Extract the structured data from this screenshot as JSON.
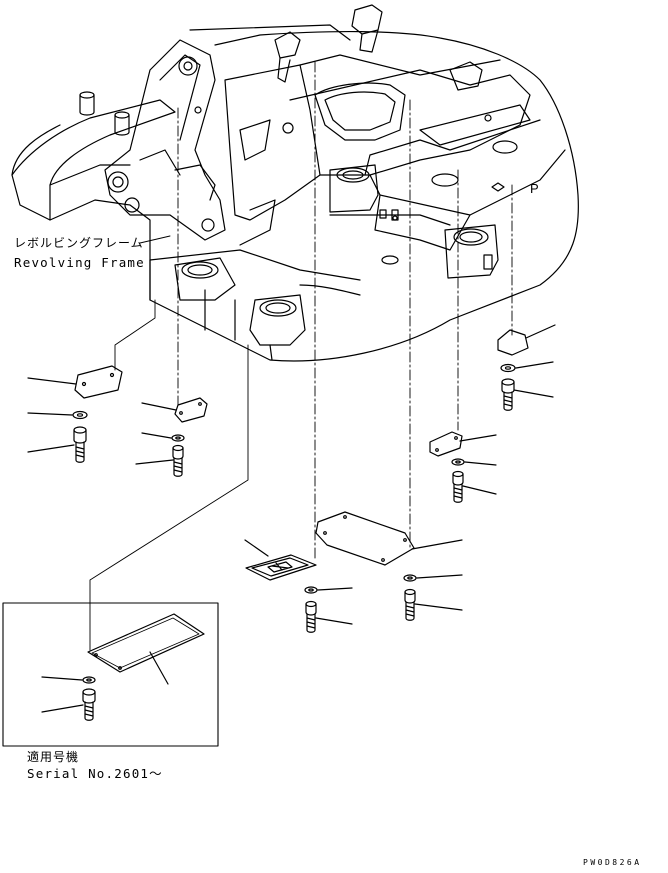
{
  "labels": {
    "frame_jp": "レボルビングフレーム",
    "frame_en": "Revolving Frame",
    "serial_jp": "適用号機",
    "serial_en": "Serial No.2601～",
    "drawing_code": "PW0D826A"
  },
  "colors": {
    "line": "#000000",
    "background": "#ffffff"
  }
}
